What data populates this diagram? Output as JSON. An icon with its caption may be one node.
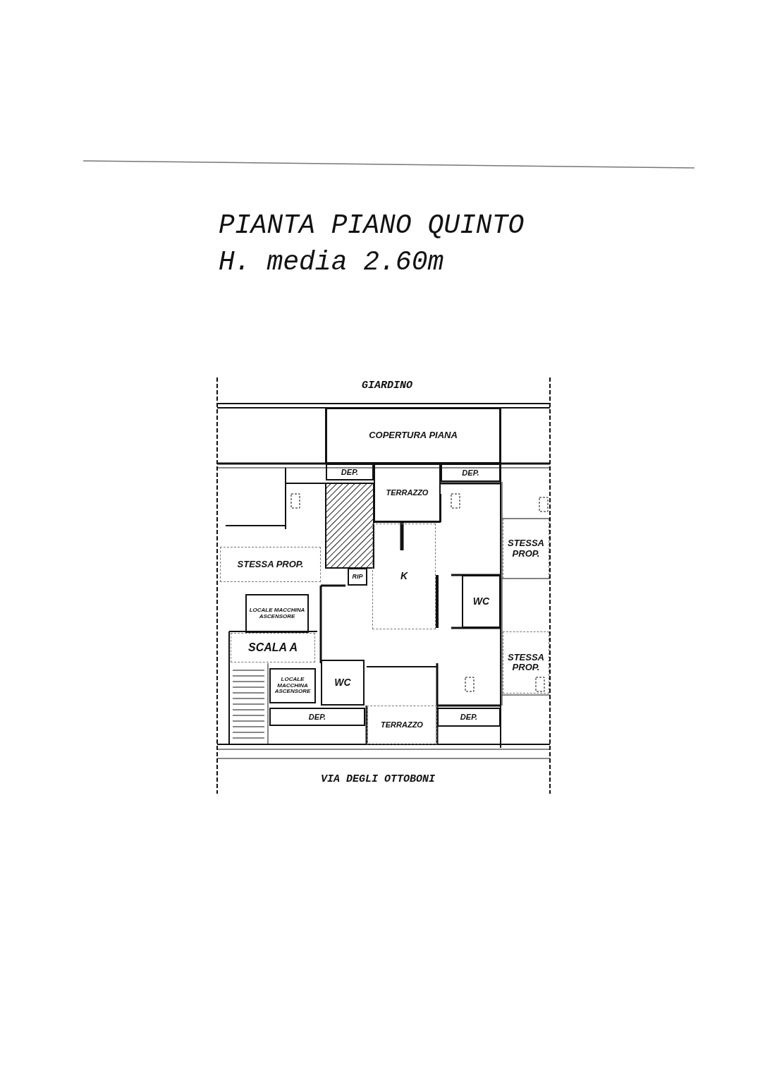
{
  "diagram": {
    "title": "PIANTA PIANO QUINTO",
    "nodes": [
      {
        "text": [
          "COPERTURA PIANA"
        ]
      },
      {
        "text": [
          "DEP."
        ]
      },
      {
        "text": [
          "TERRAZZO"
        ]
      },
      {
        "text": [
          "DEP."
        ]
      },
      {
        "text": [
          "STESSA PROP."
        ]
      },
      {
        "text": [
          "RIP"
        ]
      },
      {
        "text": [
          "K"
        ]
      },
      {
        "text": [
          "STESSA PROP."
        ]
      },
      {
        "text": [
          "LOCALE MACCHINA ASCENSORE"
        ]
      },
      {
        "text": [
          "WC"
        ]
      },
      {
        "text": [
          "SCALA A"
        ]
      },
      {
        "text": [
          "STESSA PROP."
        ]
      },
      {
        "text": [
          "WC"
        ]
      },
      {
        "text": [
          "LOCALE MACCHINA ASCENSORE"
        ]
      },
      {
        "text": [
          "DEP."
        ]
      },
      {
        "text": [
          "TERRAZZO"
        ]
      },
      {
        "text": [
          "DEP."
        ]
      }
    ],
    "labels": [
      "H. media 2.60m",
      "GIARDINO",
      "VIA DEGLI OTTOBONI"
    ]
  }
}
